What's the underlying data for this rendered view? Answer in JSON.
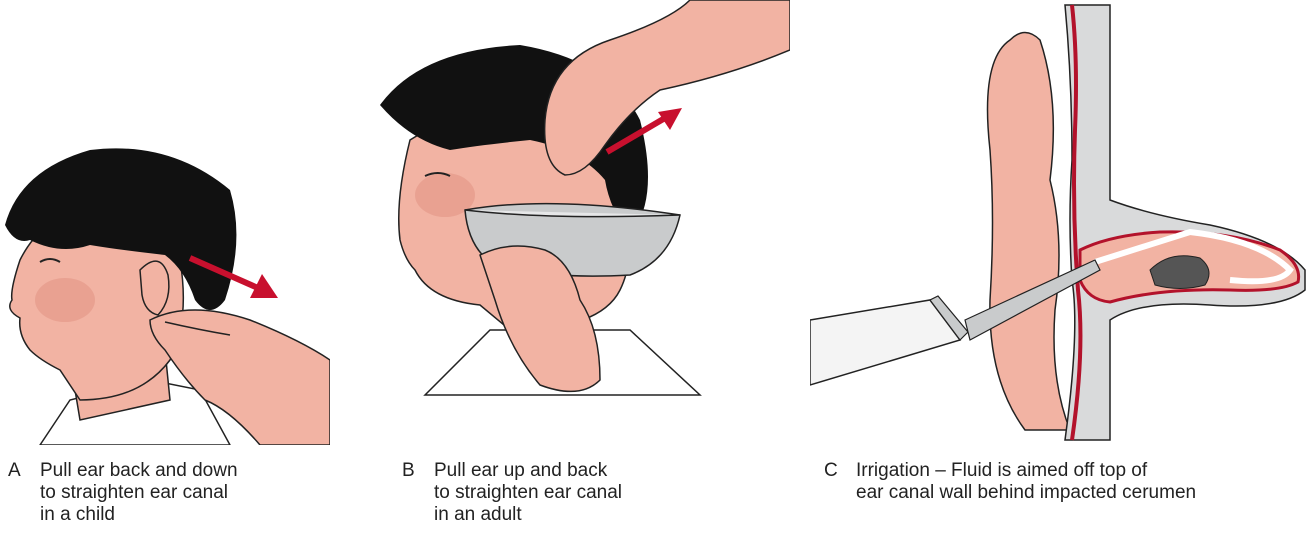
{
  "panels": [
    {
      "letter": "A",
      "caption_lines": [
        "Pull ear back and down",
        "to straighten ear canal",
        "in a child"
      ],
      "illustration": "child-ear-pull-down-back",
      "arrow_direction": "down-back"
    },
    {
      "letter": "B",
      "caption_lines": [
        "Pull ear up and back",
        "to straighten ear canal",
        "in an adult"
      ],
      "illustration": "adult-ear-pull-up-back-with-basin",
      "arrow_direction": "up-back"
    },
    {
      "letter": "C",
      "caption_lines": [
        "Irrigation – Fluid is aimed off top of",
        "ear canal wall behind impacted cerumen"
      ],
      "illustration": "ear-canal-irrigation-cross-section"
    }
  ],
  "colors": {
    "skin": "#f2b3a3",
    "skin_shade": "#e08f80",
    "hair": "#111111",
    "arrow": "#c8102e",
    "basin": "#c9cbcc",
    "canal": "#d9dadb",
    "cerumen": "#555555",
    "blood_line": "#b3122b"
  }
}
